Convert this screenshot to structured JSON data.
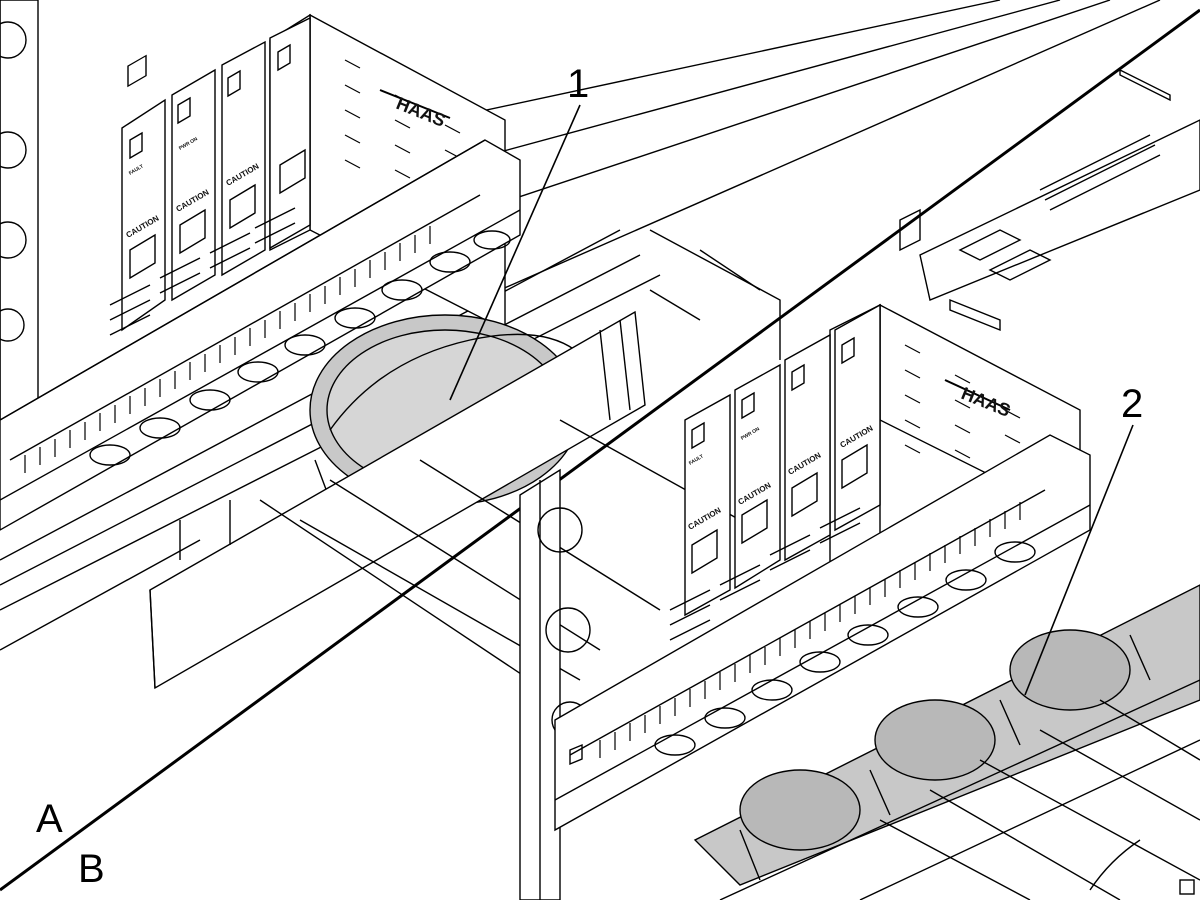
{
  "callouts": {
    "one": "1",
    "two": "2"
  },
  "panels": {
    "a": "A",
    "b": "B"
  },
  "brand": {
    "logo_text": "HAAS"
  },
  "board_text": {
    "caution": "CAUTION",
    "fault": "FAULT",
    "pwr_on": "PWR ON"
  },
  "colors": {
    "line": "#000000",
    "fan_fill": "#c8c8c8",
    "fan_dark": "#9a9a9a",
    "background": "#ffffff"
  }
}
